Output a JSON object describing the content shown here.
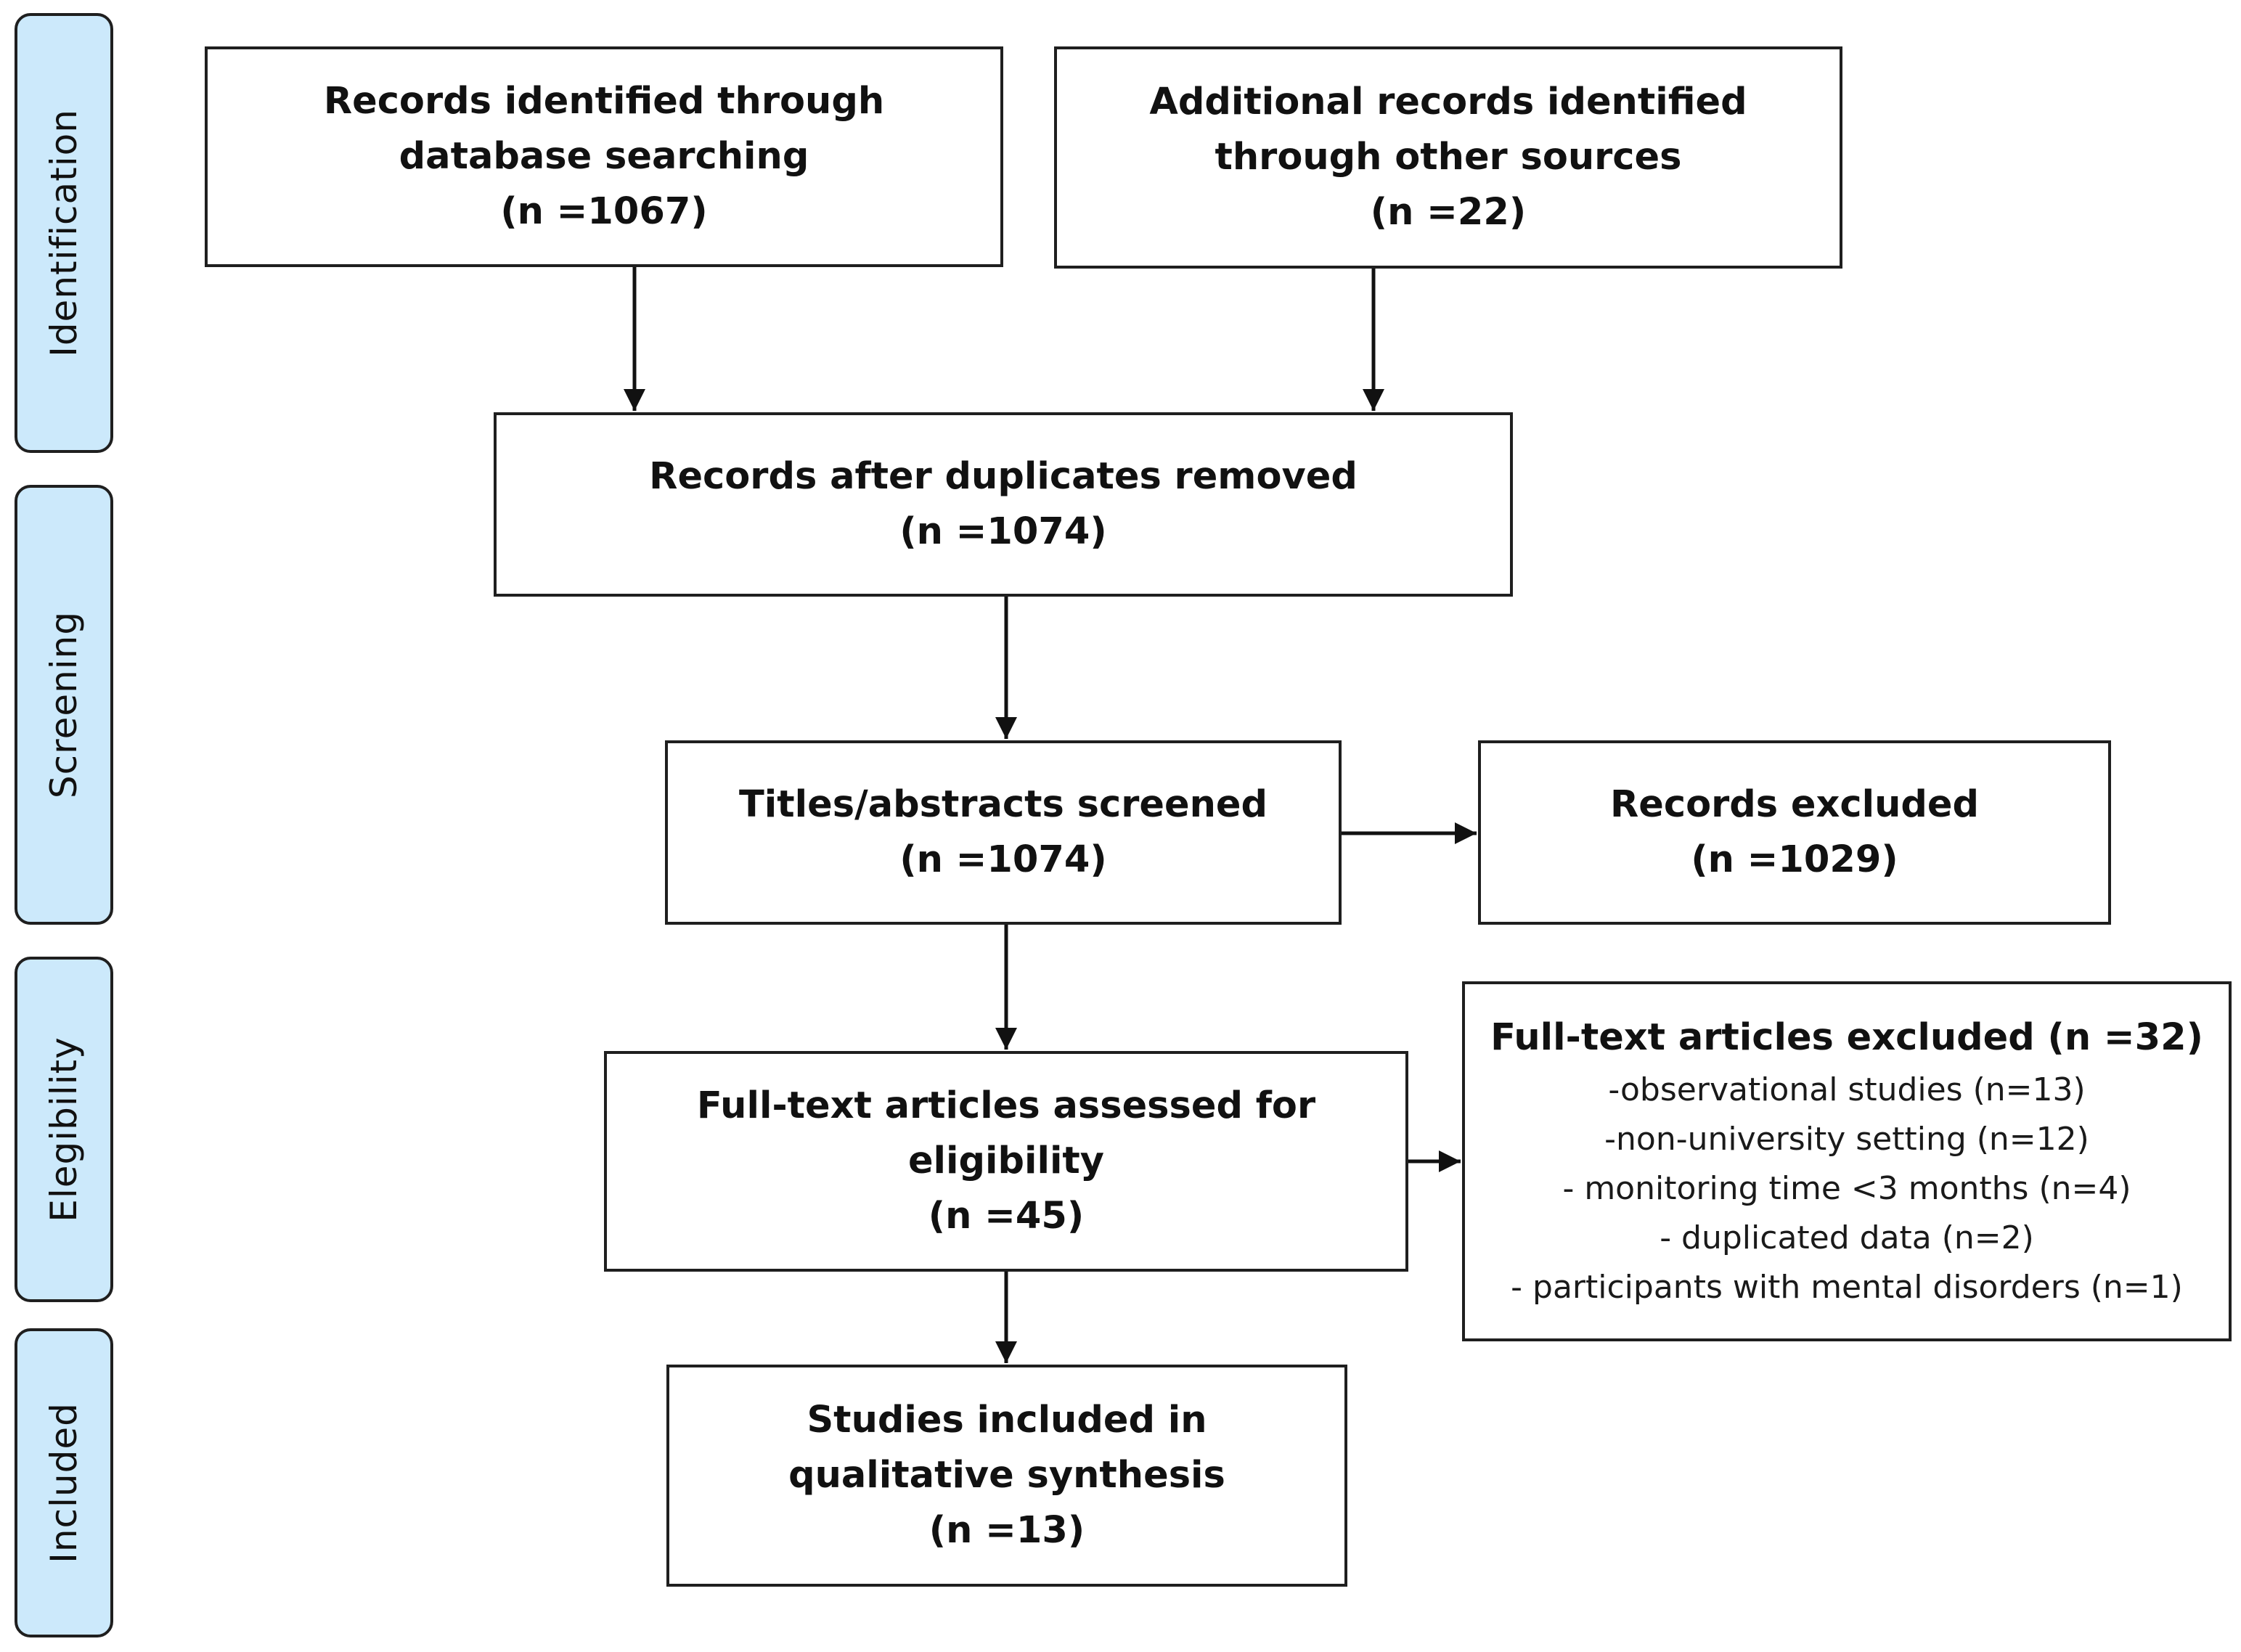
{
  "stages": [
    "Identification",
    "Screening",
    "Elegibility",
    "Included"
  ],
  "boxes": {
    "database": {
      "title": "Records identified through database searching",
      "count": "(n =1067)"
    },
    "other": {
      "title": "Additional records identified through other sources",
      "count": "(n =22)"
    },
    "duplicates": {
      "title": "Records after duplicates removed",
      "count": "(n =1074)"
    },
    "screened": {
      "title": "Titles/abstracts screened",
      "count": "(n =1074)"
    },
    "excluded": {
      "title": "Records excluded",
      "count": "(n =1029)"
    },
    "fulltext": {
      "title": "Full-text articles assessed for eligibility",
      "count": "(n =45)"
    },
    "fulltext_excluded": {
      "title": "Full-text articles excluded (n =32)",
      "reasons": [
        "-observational studies (n=13)",
        "-non-university setting (n=12)",
        "- monitoring time <3 months (n=4)",
        "- duplicated data (n=2)",
        "- participants with mental disorders (n=1)"
      ]
    },
    "included": {
      "title": "Studies included in qualitative synthesis",
      "count": "(n =13)"
    }
  }
}
